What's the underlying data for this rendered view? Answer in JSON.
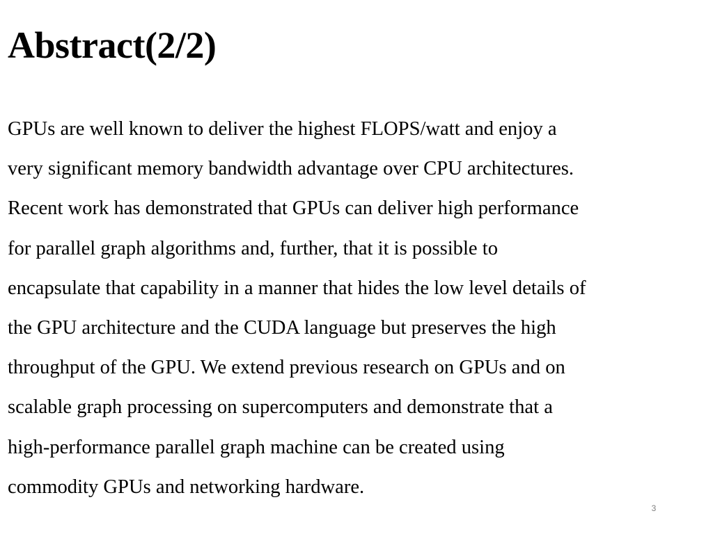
{
  "slide": {
    "title": "Abstract(2/2)",
    "body_lines": [
      "GPUs are well known to deliver the highest FLOPS/watt and enjoy a",
      "very significant memory bandwidth advantage over CPU architectures.",
      "Recent work has demonstrated that GPUs can deliver high performance",
      "for parallel graph algorithms and, further, that it is possible to",
      "encapsulate that capability in a manner that hides the low level details of",
      "the GPU architecture and the CUDA language but preserves the high",
      "throughput of the GPU. We extend previous research on GPUs and on",
      "scalable graph processing on supercomputers and demonstrate that a",
      "high-performance parallel graph machine can be created using",
      "commodity GPUs and networking hardware."
    ],
    "page_number": "3"
  }
}
